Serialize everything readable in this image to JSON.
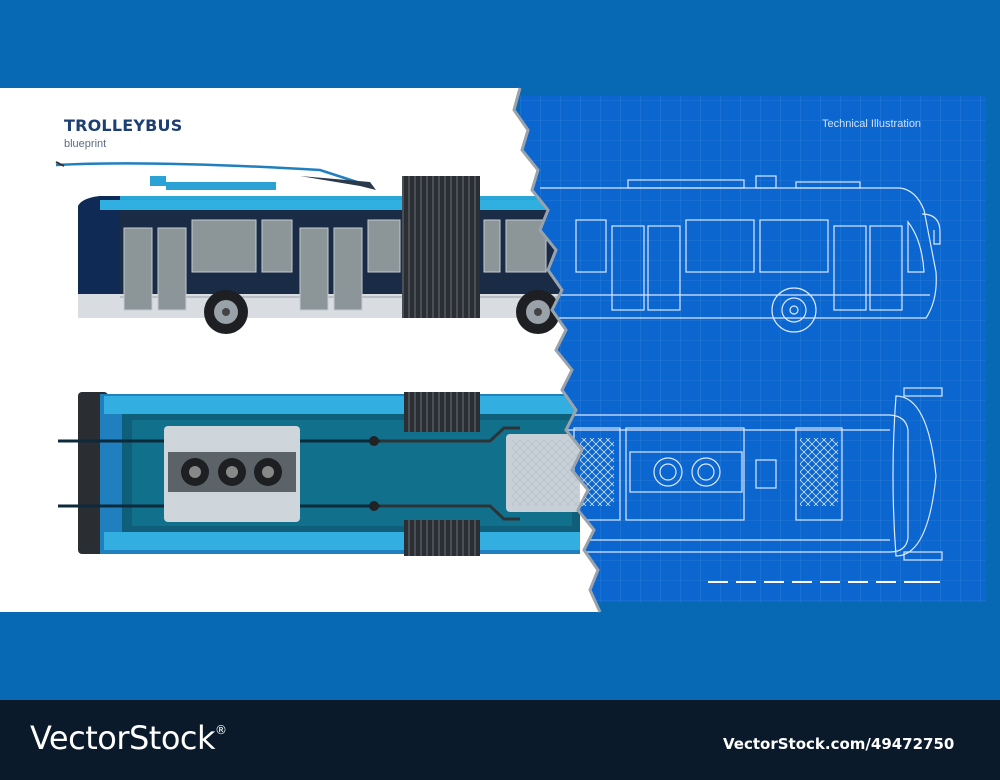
{
  "header": {
    "title": "TROLLEYBUS",
    "subtitle": "blueprint",
    "right_label": "Technical Illustration"
  },
  "footer": {
    "brand": "VectorStock",
    "registered": "®",
    "stock_id": "VectorStock.com/49472750"
  },
  "colors": {
    "page_background": "#0769b3",
    "panel_white": "#ffffff",
    "blueprint_blue": "#0c66cf",
    "bus_body_blue": "#1f86c9",
    "bus_roof_blue": "#2aa2d6",
    "footer_dark": "#0b1a2b",
    "title_navy": "#1d3f73"
  },
  "icons": {
    "side_view": "trolleybus-side-view-illustration",
    "top_view": "trolleybus-top-view-illustration",
    "blueprint_side": "blueprint-side-outline",
    "blueprint_top": "blueprint-top-outline"
  }
}
